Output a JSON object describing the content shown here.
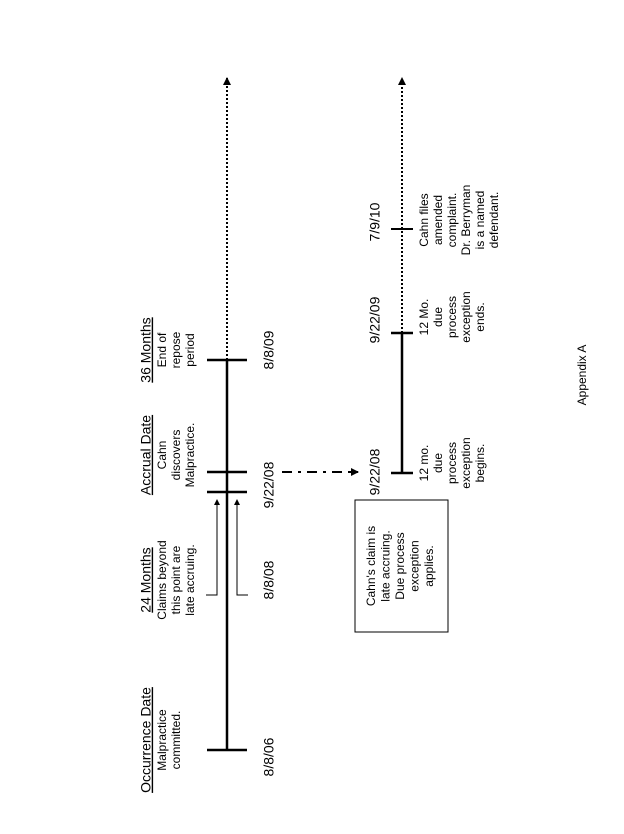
{
  "columns": [
    {
      "title": "Occurrence Date",
      "lines": [
        "Malpractice",
        "committed."
      ],
      "date": "8/8/06"
    },
    {
      "title": "24 Months",
      "lines": [
        "Claims beyond",
        "this point are",
        "late accruing."
      ],
      "date": "8/8/08"
    },
    {
      "title": "Accrual Date",
      "lines": [
        "Cahn",
        "discovers",
        "Malpractice."
      ],
      "date": "9/22/08"
    },
    {
      "title": "36 Months",
      "lines": [
        "End of",
        "repose",
        "period"
      ],
      "date": "8/8/09"
    }
  ],
  "lower": [
    {
      "date": "9/22/08",
      "lines": [
        "12 mo.",
        "due",
        "process",
        "exception",
        "begins."
      ]
    },
    {
      "date": "9/22/09",
      "lines": [
        "12 Mo.",
        "due",
        "process",
        "exception",
        "ends."
      ]
    },
    {
      "date": "7/9/10",
      "lines": [
        "Cahn files",
        "amended",
        "complaint.",
        "Dr. Berryman",
        "is a named",
        "defendant."
      ]
    }
  ],
  "box": {
    "lines": [
      "Cahn's claim is",
      "late accruing.",
      "Due process",
      "exception",
      "applies."
    ]
  },
  "footer": "Appendix A"
}
